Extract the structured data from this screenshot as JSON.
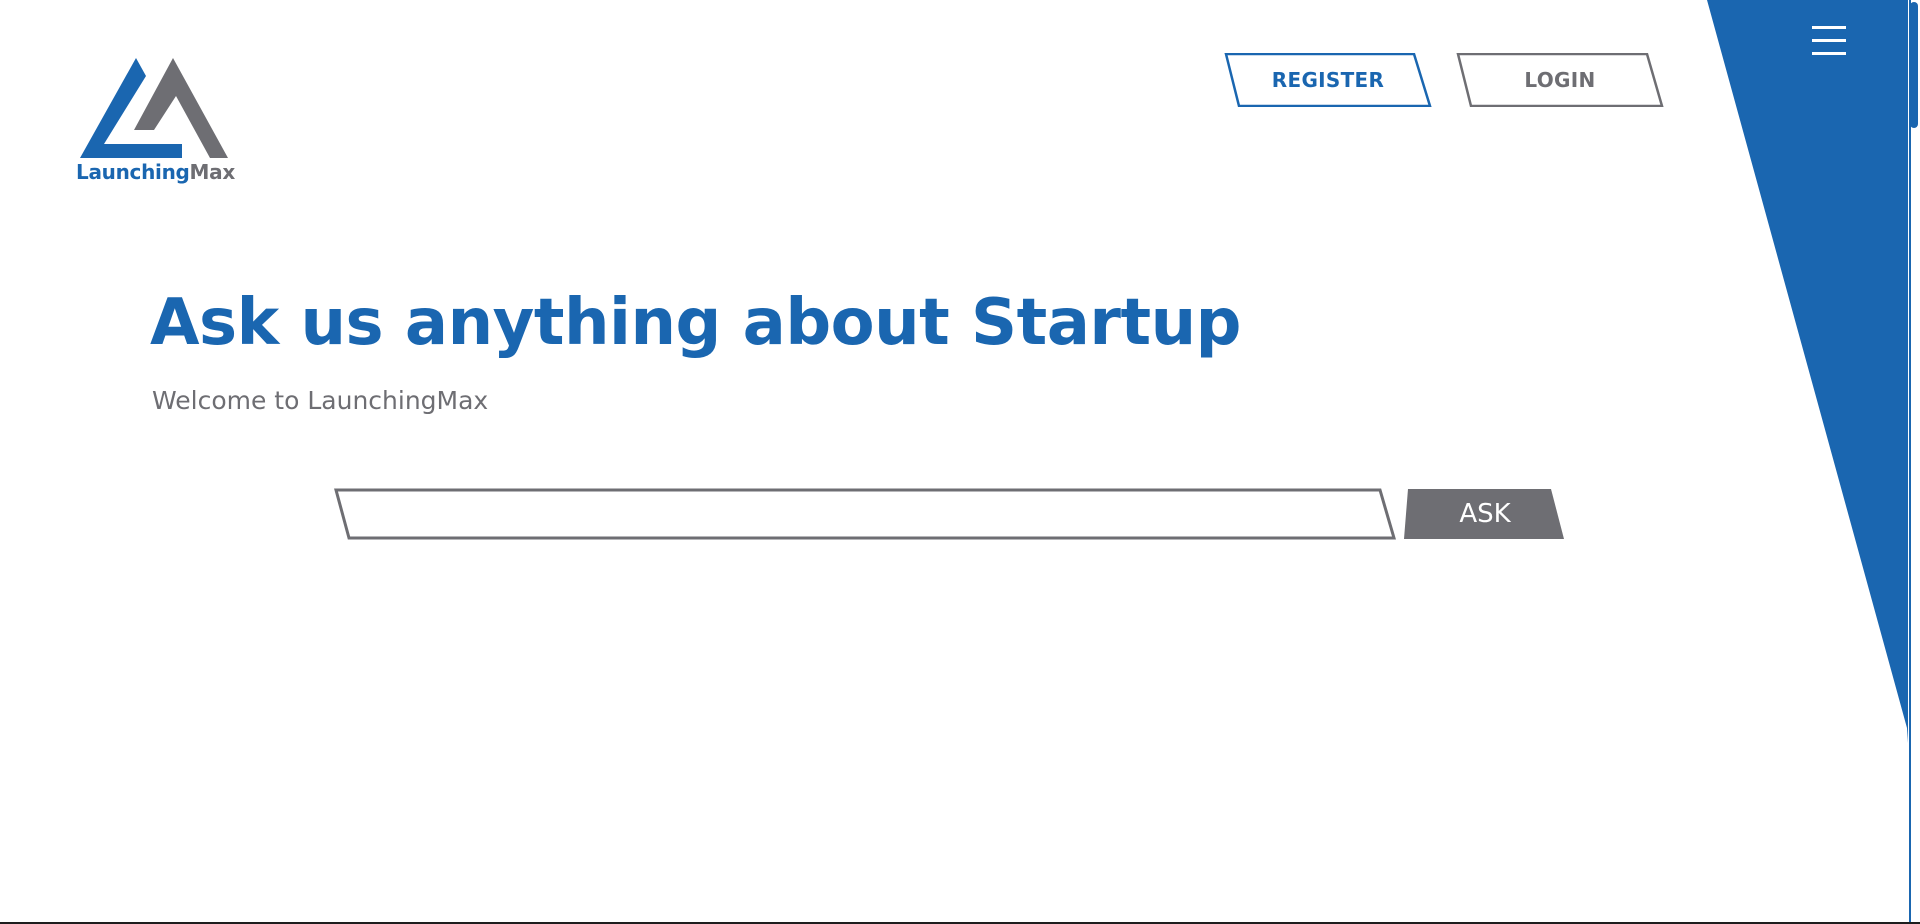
{
  "brand": {
    "name_part1": "Launching",
    "name_part2": "Max",
    "logo_icon": "triangle-la-logo-icon"
  },
  "header": {
    "register_label": "REGISTER",
    "login_label": "LOGIN",
    "menu_icon": "hamburger-menu-icon"
  },
  "hero": {
    "title": "Ask us anything about Startup",
    "subtitle": "Welcome to LaunchingMax"
  },
  "ask": {
    "input_value": "",
    "input_placeholder": "",
    "button_label": "ASK"
  },
  "colors": {
    "brand_blue": "#1a66b0",
    "brand_gray": "#6e6e73",
    "background": "#ffffff"
  }
}
